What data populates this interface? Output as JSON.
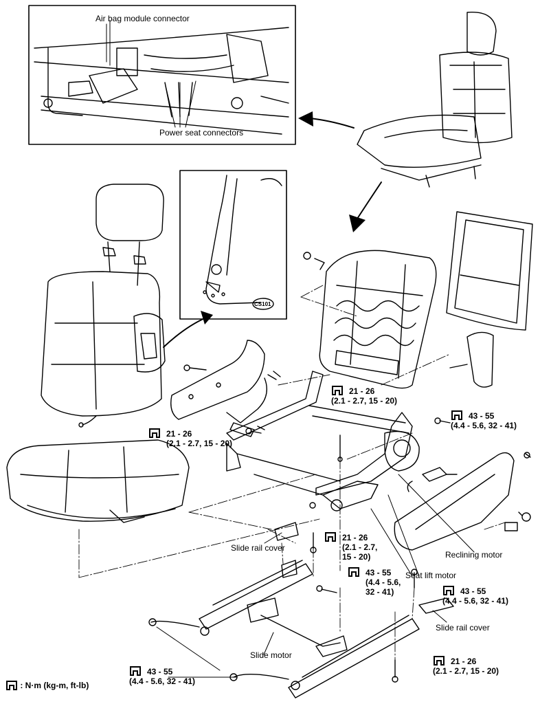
{
  "labels": {
    "air_bag_connector": "Air bag module connector",
    "power_seat_connectors": "Power seat connectors",
    "detail_tag": "CS101",
    "slide_rail_cover": "Slide rail cover",
    "reclining_motor": "Reclining motor",
    "seat_lift_motor": "Seat lift motor",
    "slide_motor": "Slide motor"
  },
  "torques": [
    {
      "value": "21 - 26",
      "metric": "(2.1 - 2.7, 15 - 20)"
    },
    {
      "value": "21 - 26",
      "metric": "(2.1 - 2.7, 15 - 20)"
    },
    {
      "value": "43 - 55",
      "metric": "(4.4 - 5.6, 32 - 41)"
    },
    {
      "value": "21 - 26",
      "line2": "(2.1 - 2.7,",
      "line3": "15 - 20)"
    },
    {
      "value": "43 - 55",
      "line2": "(4.4 - 5.6,",
      "line3": "32 - 41)"
    },
    {
      "value": "43 - 55",
      "metric": "(4.4 - 5.6, 32 - 41)"
    },
    {
      "value": "21 - 26",
      "metric": "(2.1 - 2.7, 15 - 20)"
    },
    {
      "value": "43 - 55",
      "metric": "(4.4 - 5.6, 32 - 41)"
    }
  ],
  "legend": {
    "units": ": N·m (kg-m, ft-lb)"
  },
  "icons": {
    "torque": "torque-wrench-icon"
  }
}
